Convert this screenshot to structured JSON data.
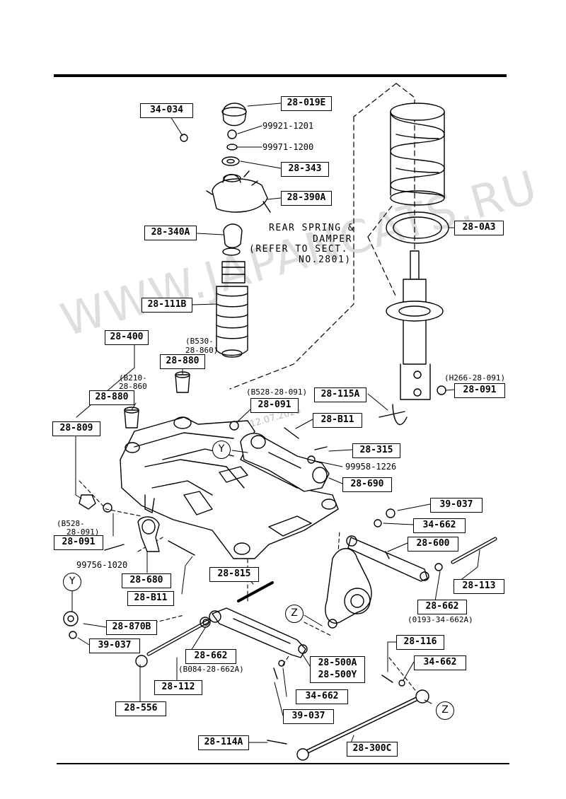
{
  "labels": {
    "l34034": "34-034",
    "l28019e": "28-019E",
    "l28343": "28-343",
    "l28390a": "28-390A",
    "l28340a": "28-340A",
    "l280a3": "28-0A3",
    "l28111b": "28-111B",
    "l28400": "28-400",
    "l28880a": "28-880",
    "l28880b": "28-880",
    "l28809": "28-809",
    "l28115a": "28-115A",
    "l28091a": "28-091",
    "l28091b": "28-091",
    "l28091c": "28-091",
    "l28b11a": "28-B11",
    "l28315": "28-315",
    "l28690": "28-690",
    "l39037a": "39-037",
    "l34662a": "34-662",
    "l28600": "28-600",
    "l28113": "28-113",
    "l28662a": "28-662",
    "l28680": "28-680",
    "l28b11b": "28-B11",
    "l28815": "28-815",
    "l28870b": "28-870B",
    "l39037b": "39-037",
    "l28662b": "28-662",
    "l28500a": "28-500A",
    "l28500y": "28-500Y",
    "l28116": "28-116",
    "l34662b": "34-662",
    "l28112": "28-112",
    "l34662c": "34-662",
    "l28556": "28-556",
    "l39037c": "39-037",
    "l28114a": "28-114A",
    "l28300c": "28-300C"
  },
  "texts": {
    "p999211201": "99921-1201",
    "p999711200": "99971-1200",
    "p999581226": "99958-1226",
    "p997561020": "99756-1020",
    "ref_b530_1": "(B530-",
    "ref_b530_2": "28-860)",
    "ref_b210_1": "(B210-",
    "ref_b210_2": "28-860",
    "ref_b528a": "(B528-28-091)",
    "ref_h266": "(H266-28-091)",
    "ref_b528b_1": "(B528-",
    "ref_b528b_2": "28-091)",
    "ref_0193": "(0193-34-662A)",
    "ref_b084": "(B084-28-662A)",
    "note_1": "REAR SPRING &",
    "note_2": "DAMPER",
    "note_3": "(REFER TO SECT.",
    "note_4": "NO.2801)"
  },
  "callouts": {
    "y_top": "Y",
    "y_left": "Y",
    "z_mid": "Z",
    "z_right": "Z"
  },
  "watermark": {
    "brand": "WWW.JAPANCATS.RU",
    "date": "12.07.2026"
  }
}
